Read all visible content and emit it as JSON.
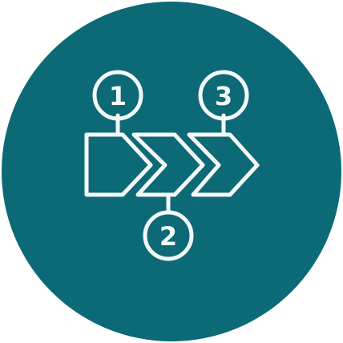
{
  "icon": {
    "name": "process-steps-icon",
    "background_color": "#0B6A76",
    "line_color": "#F5F8F8",
    "steps": [
      {
        "label": "1"
      },
      {
        "label": "2"
      },
      {
        "label": "3"
      }
    ]
  }
}
